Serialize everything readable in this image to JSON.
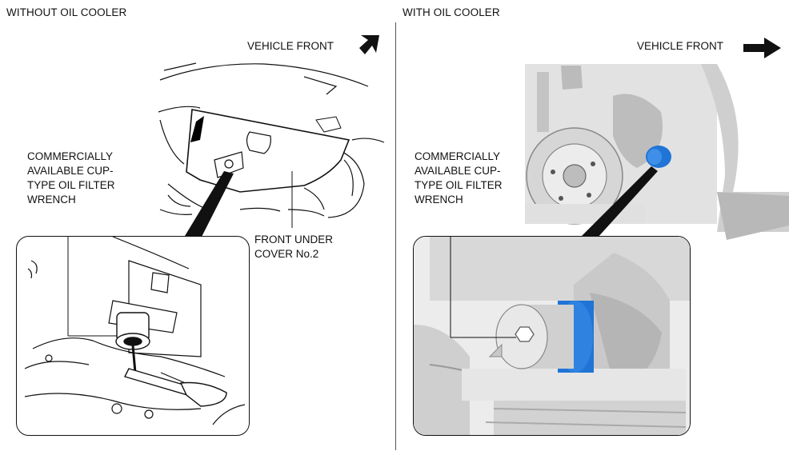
{
  "left": {
    "title": "WITHOUT OIL COOLER",
    "vehicle_front": "VEHICLE FRONT",
    "callout_wrench": "COMMERCIALLY\nAVAILABLE CUP-\nTYPE OIL FILTER\nWRENCH",
    "callout_cover": "FRONT UNDER\nCOVER No.2"
  },
  "right": {
    "title": "WITH OIL COOLER",
    "vehicle_front": "VEHICLE FRONT",
    "callout_wrench": "COMMERCIALLY\nAVAILABLE CUP-\nTYPE OIL FILTER\nWRENCH"
  },
  "colors": {
    "filter_blue": "#1f74d6",
    "line": "#111111",
    "shade": "#cfcfcf"
  },
  "icons": {
    "left_arrow": "arrow-up-right-icon",
    "right_arrow": "arrow-right-icon"
  }
}
